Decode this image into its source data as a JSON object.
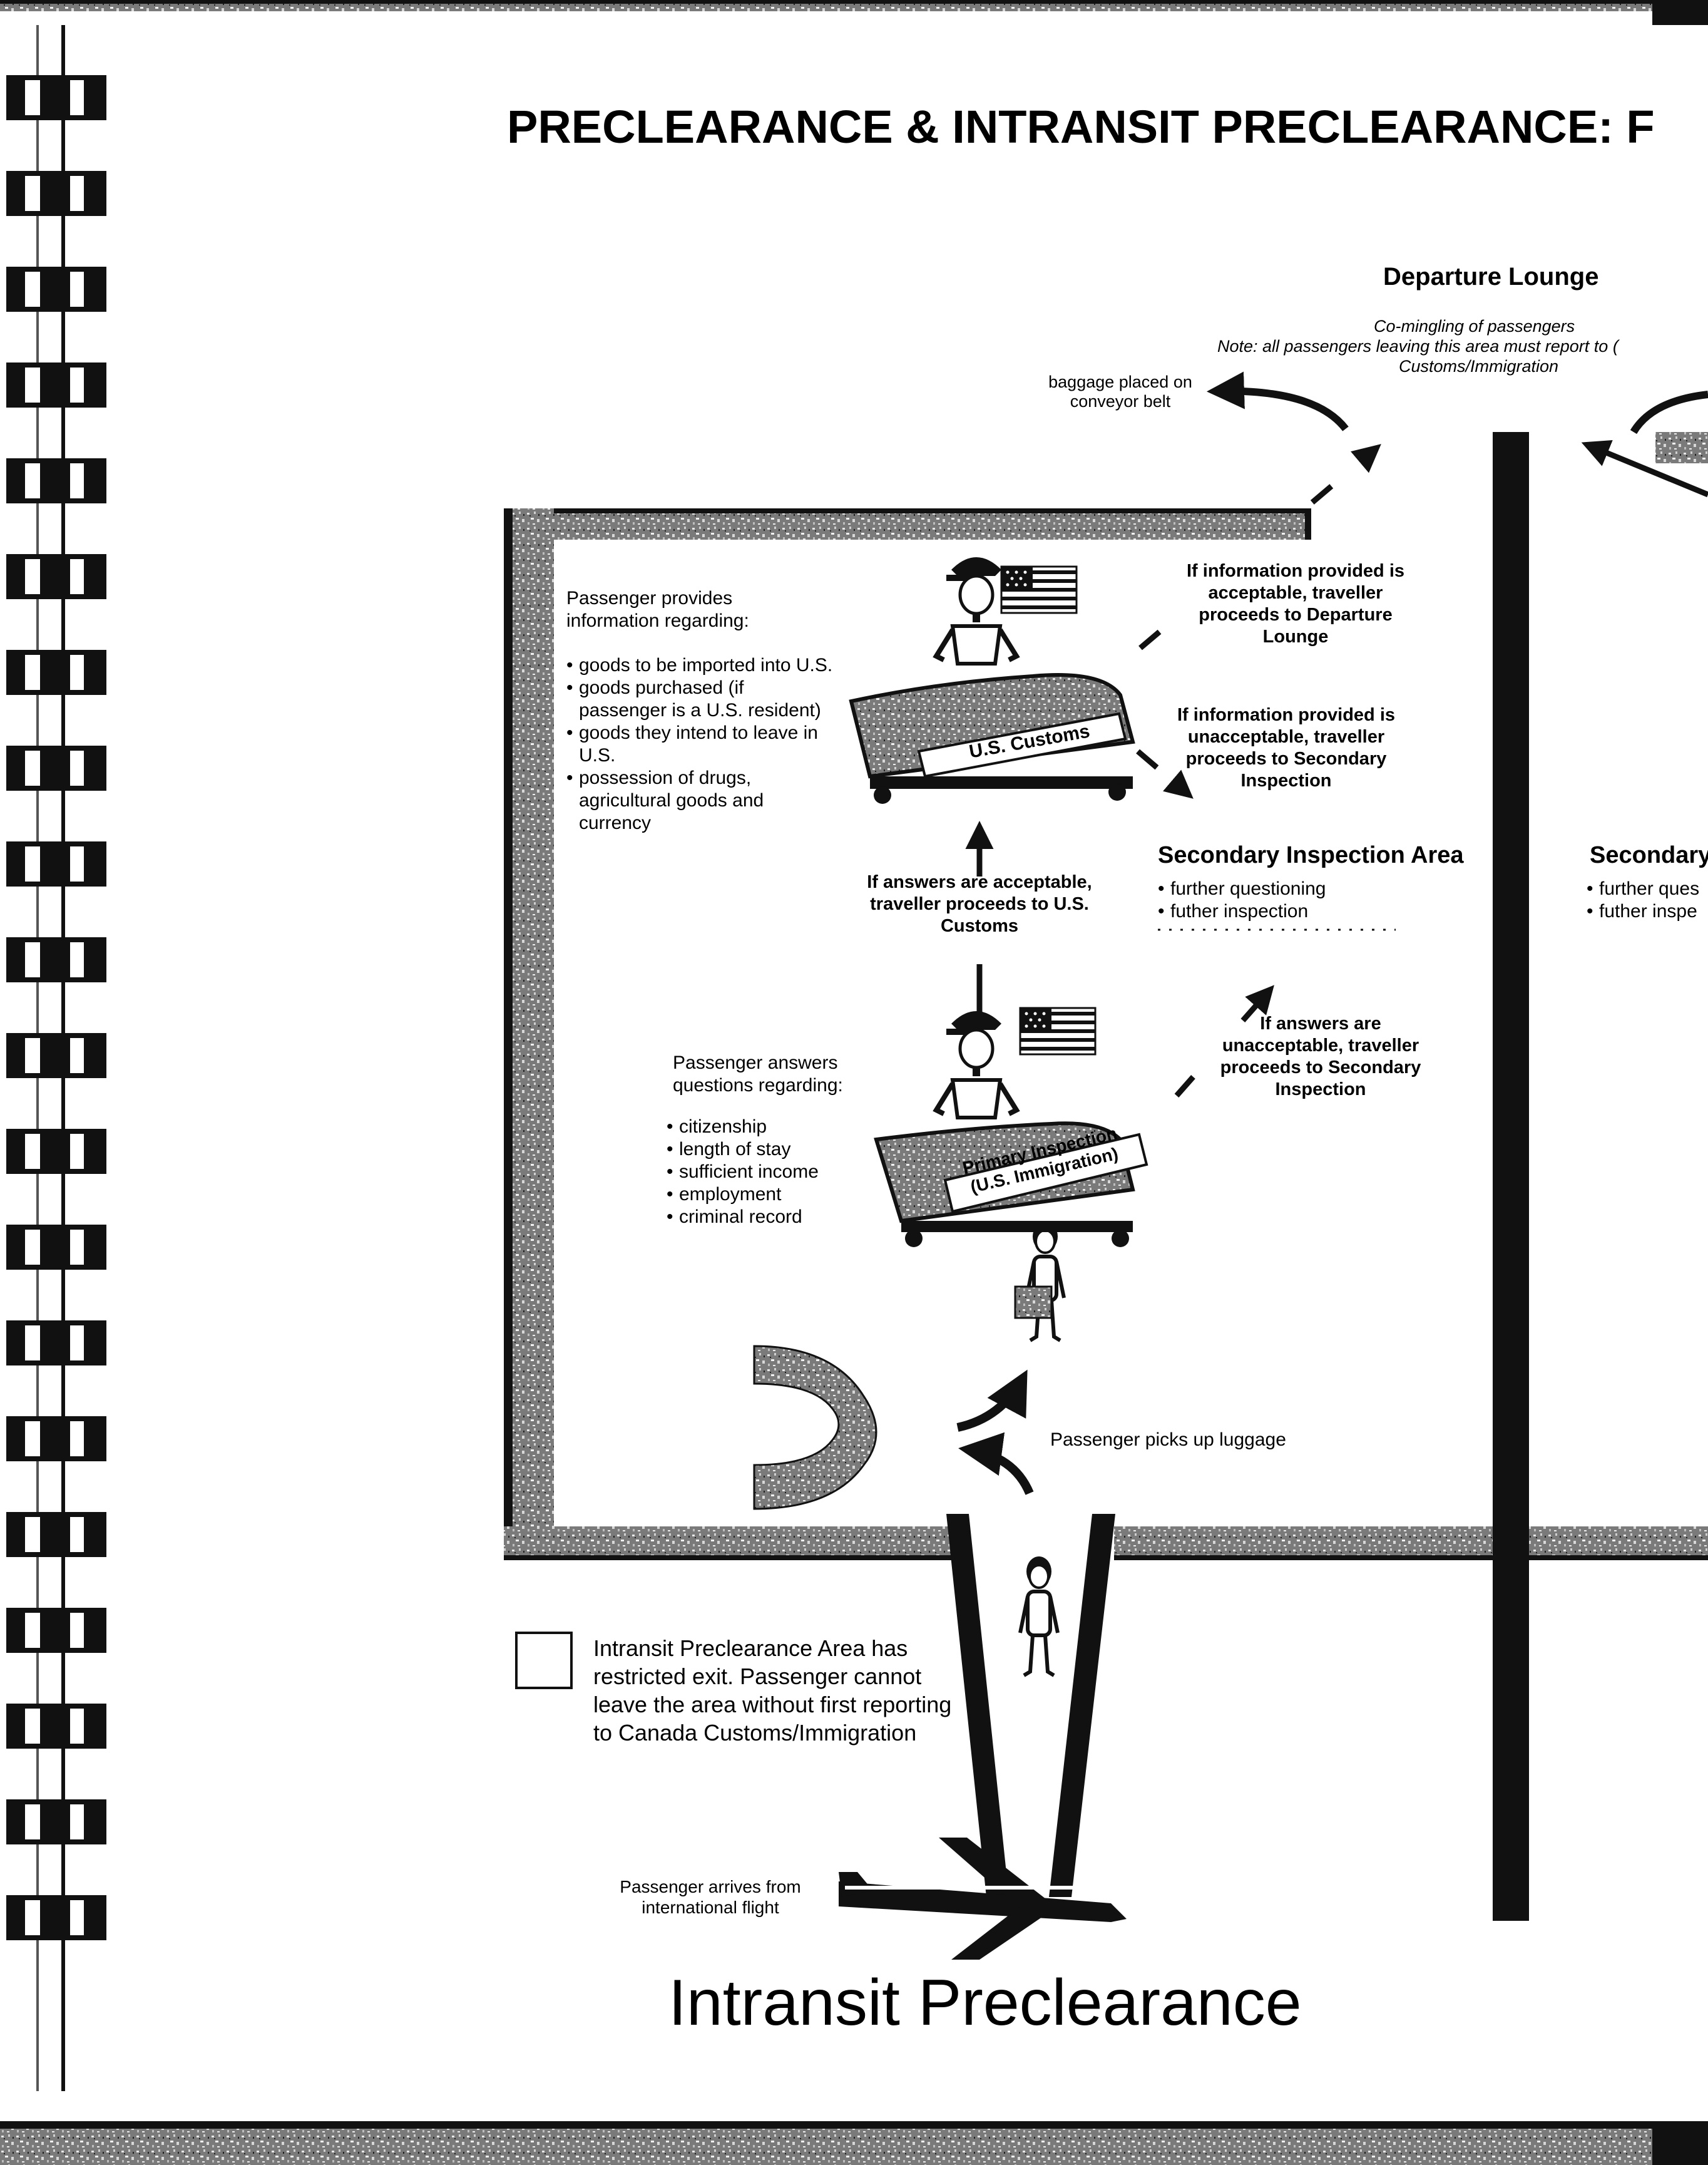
{
  "title": "PRECLEARANCE & INTRANSIT PRECLEARANCE: F",
  "departure_lounge": {
    "heading": "Departure Lounge",
    "line1": "Co-mingling of passengers",
    "line2": "Note:  all passengers leaving this area must report to (",
    "line3": "Customs/Immigration"
  },
  "baggage_note": "baggage placed on conveyor belt",
  "customs": {
    "intro": "Passenger provides information regarding:",
    "items": [
      "goods to be imported into U.S.",
      "goods purchased (if passenger is a U.S. resident)",
      "goods they intend to leave in U.S.",
      "possession of drugs, agricultural goods and currency"
    ],
    "desk_label": "U.S. Customs",
    "acceptable": "If information provided is acceptable, traveller proceeds to Departure Lounge",
    "unacceptable": "If information provided is unacceptable, traveller proceeds to Secondary Inspection"
  },
  "secondary": {
    "heading": "Secondary Inspection Area",
    "items": [
      "further questioning",
      "futher inspection"
    ]
  },
  "secondary_partial": {
    "heading": "Secondary",
    "items": [
      "further ques",
      "futher inspe"
    ]
  },
  "answers_acceptable": "If answers are acceptable, traveller proceeds to U.S. Customs",
  "immigration": {
    "intro": "Passenger answers questions regarding:",
    "items": [
      "citizenship",
      "length of stay",
      "sufficient income",
      "employment",
      "criminal record"
    ],
    "desk_label_1": "Primary Inspection",
    "desk_label_2": "(U.S. Immigration)",
    "unacceptable": "If answers are unacceptable, traveller proceeds to Secondary Inspection"
  },
  "luggage_note": "Passenger picks up luggage",
  "legend_text": "Intransit Preclearance Area has restricted exit.  Passenger cannot leave the area without first reporting to Canada Customs/Immigration",
  "arrival_note": "Passenger arrives from international flight",
  "footer_title": "Intransit Preclearance",
  "colors": {
    "ink": "#111111",
    "speckle": "#8a8a8a",
    "paper": "#ffffff"
  },
  "icons": [
    "us-flag-icon",
    "officer-icon",
    "passenger-icon",
    "airplane-icon",
    "baggage-carousel-icon"
  ]
}
